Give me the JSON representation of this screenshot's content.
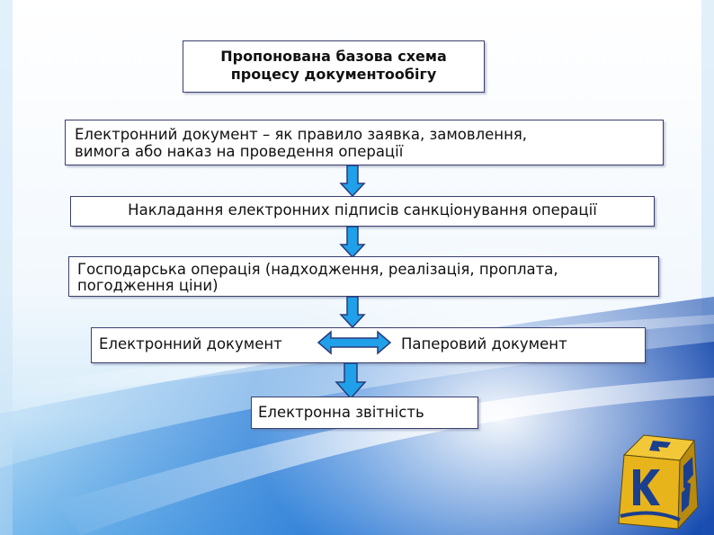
{
  "diagram": {
    "title_line1": "Пропонована базова схема",
    "title_line2": "процесу документообігу",
    "step1_line1": "Електронний документ – як правило заявка, замовлення,",
    "step1_line2": "вимога або наказ на проведення операції",
    "step2": "Накладання електронних підписів санкціонування операції",
    "step3_line1": "Господарська операція (надходження, реалізація, проплата,",
    "step3_line2": "погодження ціни)",
    "step4_left": "Електронний документ",
    "step4_right": "Паперовий документ",
    "step5": "Електронна звітність"
  },
  "colors": {
    "arrow_fill": "#1fa0e8",
    "arrow_stroke": "#2a3a7a",
    "box_border": "#3b3f6e",
    "logo_primary": "#e8b41c"
  }
}
